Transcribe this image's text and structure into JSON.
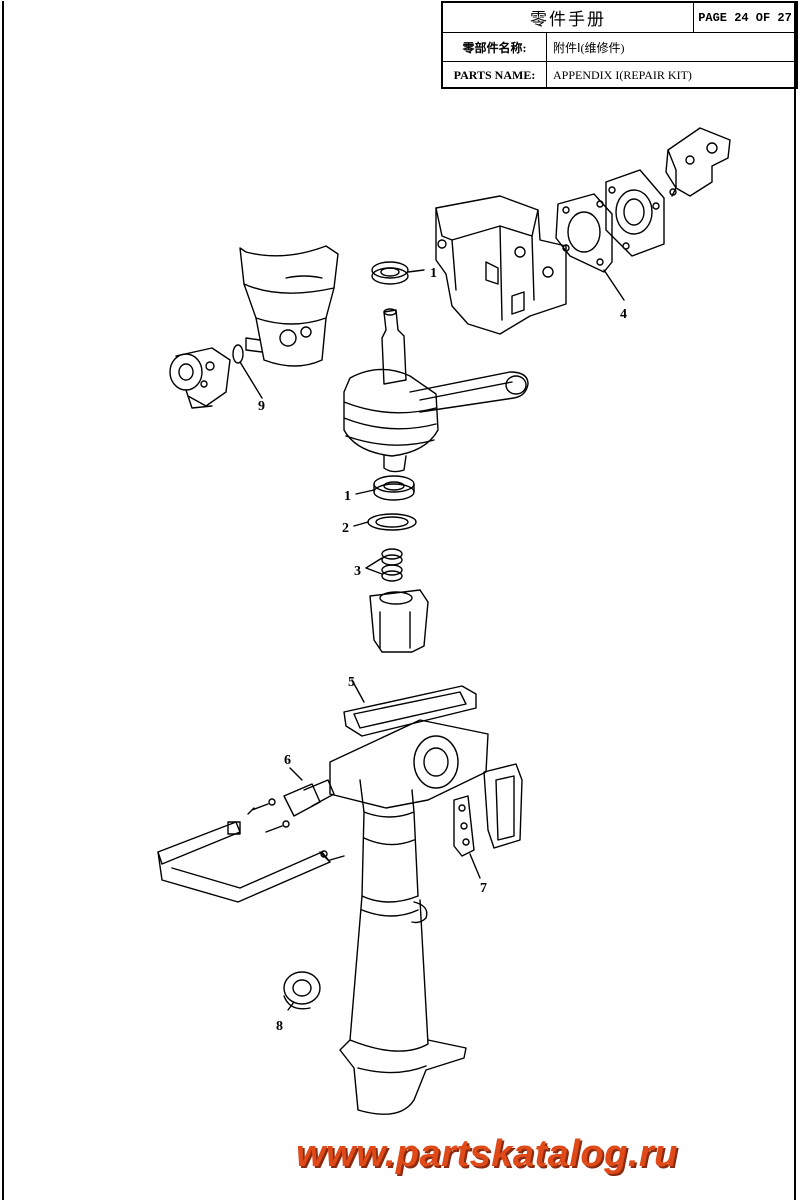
{
  "header": {
    "title": "零件手册",
    "page": "PAGE 24 OF 27",
    "name_label_cn": "零部件名称:",
    "name_value_cn": "附件Ⅰ(维修件)",
    "name_label_en": "PARTS NAME:",
    "name_value_en": "APPENDIX I(REPAIR KIT)"
  },
  "callouts": [
    "1",
    "9",
    "4",
    "1",
    "2",
    "3",
    "5",
    "6",
    "7",
    "8"
  ],
  "watermark": "www.partskatalog.ru"
}
